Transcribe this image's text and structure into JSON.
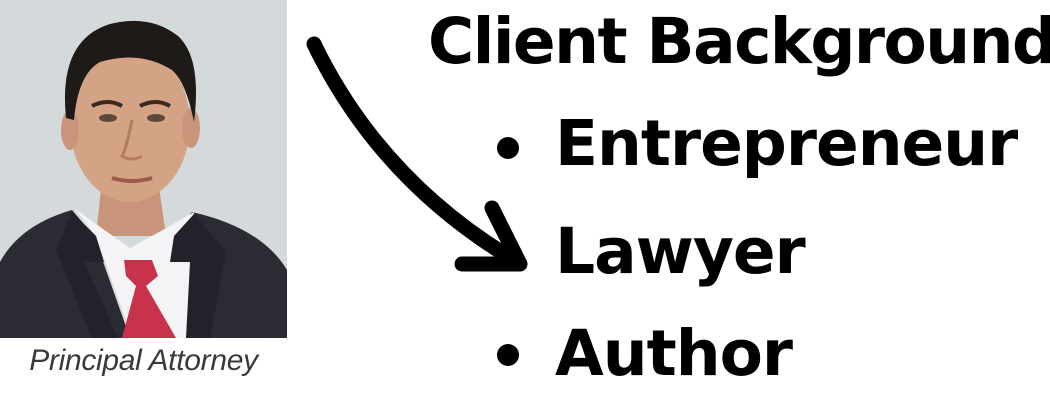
{
  "portrait": {
    "caption": "Principal Attorney"
  },
  "client_background": {
    "title": "Client Background",
    "items": [
      {
        "label": "Entrepreneur",
        "bulleted": true,
        "pointed_by_arrow": false
      },
      {
        "label": "Lawyer",
        "bulleted": false,
        "pointed_by_arrow": true
      },
      {
        "label": "Author",
        "bulleted": true,
        "pointed_by_arrow": false
      }
    ]
  },
  "colors": {
    "text": "#000000",
    "caption": "#3a3a3a",
    "photo_background": "#d4dadb",
    "suit": "#2b2c33",
    "tie": "#c8324a"
  },
  "icons": [
    "curved-arrow-icon",
    "bullet-icon"
  ]
}
